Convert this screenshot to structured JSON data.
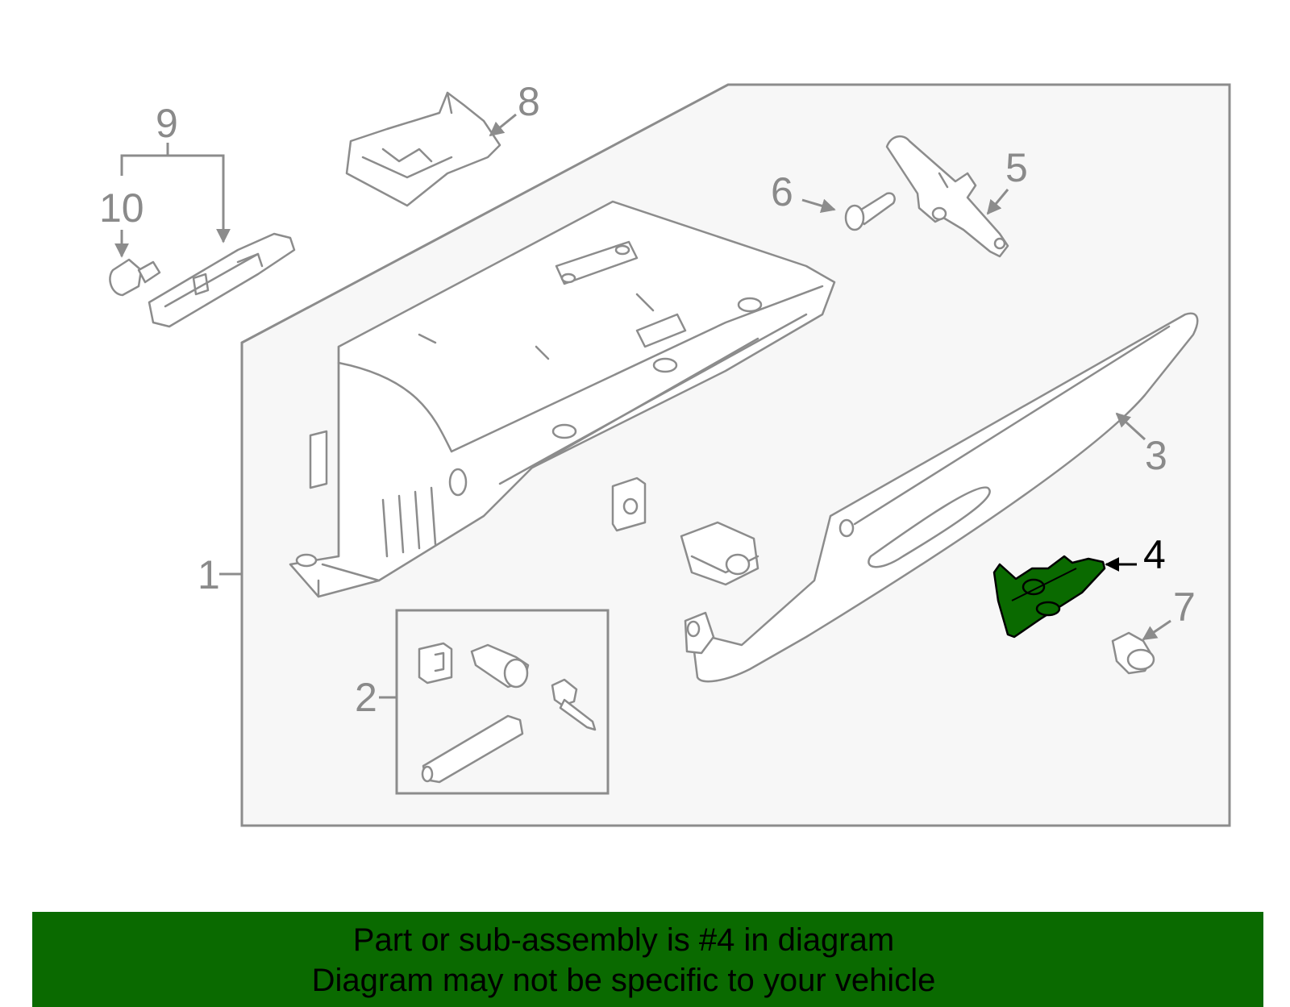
{
  "callouts": {
    "c1": "1",
    "c2": "2",
    "c3": "3",
    "c4": "4",
    "c5": "5",
    "c6": "6",
    "c7": "7",
    "c8": "8",
    "c9": "9",
    "c10": "10"
  },
  "highlighted_part": "4",
  "colors": {
    "highlight_fill": "#0a6a00",
    "banner_background": "#0a6a00",
    "line_gray": "#8c8c8c",
    "panel_background": "#f7f7f7"
  },
  "banner": {
    "line1": "Part or sub-assembly is #4 in diagram",
    "line2": "Diagram may not be specific to your vehicle"
  }
}
